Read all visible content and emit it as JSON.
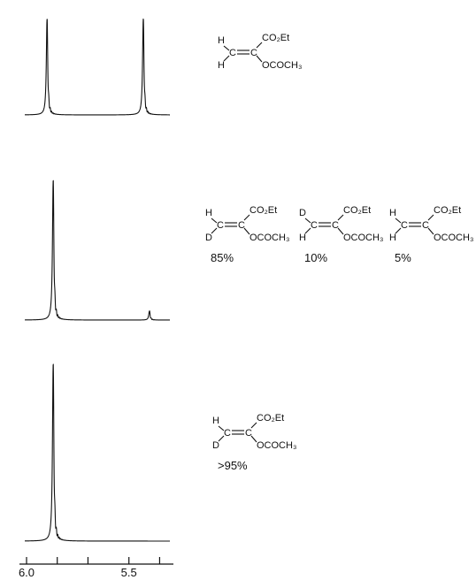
{
  "chart_data": {
    "type": "line",
    "x_axis": {
      "label": "",
      "range": [
        6.0,
        5.3
      ],
      "ticks": [
        {
          "value": 6.0,
          "label": "6.0"
        },
        {
          "value": 5.85,
          "label": ""
        },
        {
          "value": 5.7,
          "label": ""
        },
        {
          "value": 5.5,
          "label": "5.5"
        },
        {
          "value": 5.35,
          "label": ""
        }
      ]
    },
    "spectra": [
      {
        "baseline": 0.06,
        "peaks": [
          {
            "x": 5.9,
            "height": 1.0,
            "width": 0.004
          },
          {
            "x": 5.43,
            "height": 1.0,
            "width": 0.004
          }
        ],
        "structures": [
          {
            "atoms": {
              "top_left": "H",
              "bottom_left": "H",
              "top_right": "CO₂Et",
              "bottom_right": "OCOCH₃"
            },
            "percent": ""
          }
        ]
      },
      {
        "baseline": 0.06,
        "peaks": [
          {
            "x": 5.87,
            "height": 1.0,
            "width": 0.004
          },
          {
            "x": 5.4,
            "height": 0.12,
            "width": 0.004
          }
        ],
        "structures": [
          {
            "atoms": {
              "top_left": "H",
              "bottom_left": "D",
              "top_right": "CO₂Et",
              "bottom_right": "OCOCH₃"
            },
            "percent": "85%"
          },
          {
            "atoms": {
              "top_left": "D",
              "bottom_left": "H",
              "top_right": "CO₂Et",
              "bottom_right": "OCOCH₃"
            },
            "percent": "10%"
          },
          {
            "atoms": {
              "top_left": "H",
              "bottom_left": "H",
              "top_right": "CO₂Et",
              "bottom_right": "OCOCH₃"
            },
            "percent": "5%"
          }
        ]
      },
      {
        "baseline": 0.06,
        "peaks": [
          {
            "x": 5.87,
            "height": 1.0,
            "width": 0.004
          }
        ],
        "structures": [
          {
            "atoms": {
              "top_left": "H",
              "bottom_left": "D",
              "top_right": "CO₂Et",
              "bottom_right": "OCOCH₃"
            },
            "percent": ">95%"
          }
        ]
      }
    ]
  }
}
